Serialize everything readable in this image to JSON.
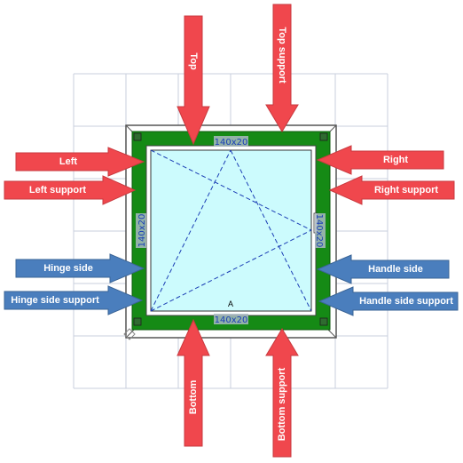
{
  "colors": {
    "red_arrow": "#f0474d",
    "blue_arrow": "#4a7ebd",
    "frame_green": "#158a15",
    "glass": "#ccfbfd",
    "grid": "#c9cfdd",
    "dim_line": "#1f3fb0",
    "opening_line": "#1c3fb5"
  },
  "labels": {
    "top": "Top",
    "top_support": "Top support",
    "left": "Left",
    "left_support": "Left support",
    "hinge_side": "Hinge side",
    "hinge_side_support": "Hinge side support",
    "right": "Right",
    "right_support": "Right support",
    "handle_side": "Handle side",
    "handle_side_support": "Handle side support",
    "bottom": "Bottom",
    "bottom_support": "Bottom support"
  },
  "dimensions": {
    "top": "140x20",
    "bottom": "140x20",
    "left": "140x20",
    "right": "140x20"
  },
  "sash_mark": "A"
}
